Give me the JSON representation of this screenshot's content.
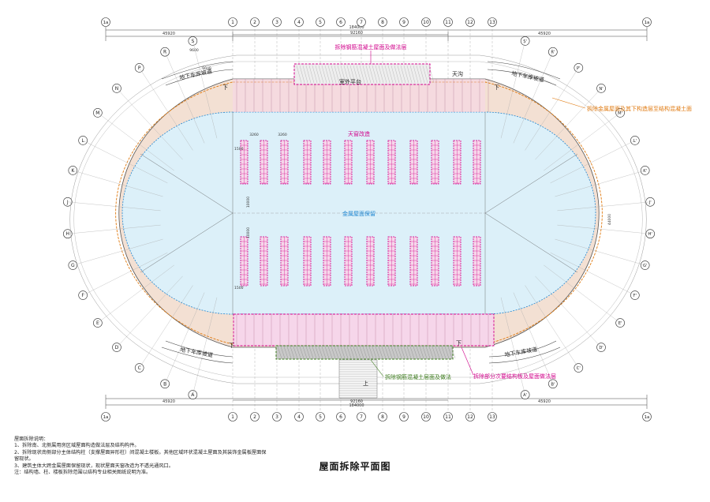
{
  "dims": {
    "total_top": "184000",
    "total_bottom": "184000",
    "sub_top": "92160",
    "sub_bottom": "92160",
    "left_top": "45920",
    "right_top": "45920",
    "left_bottom": "45920",
    "right_bottom": "45920",
    "bay_1": "9600",
    "bay_2": "9600",
    "right_vertical": "44000",
    "skylight_w1": "3260",
    "skylight_w2": "3260",
    "skylight_h1": "10000",
    "skylight_h2": "10000",
    "small_a": "1500",
    "small_b": "1500"
  },
  "axes": {
    "numbered": [
      "1",
      "2",
      "3",
      "4",
      "5",
      "6",
      "7",
      "8",
      "9",
      "10",
      "11",
      "12",
      "13"
    ],
    "left_letters": [
      "S",
      "R",
      "P",
      "N",
      "M",
      "L",
      "K",
      "J",
      "H",
      "G",
      "F",
      "E",
      "D",
      "C",
      "B",
      "A"
    ],
    "right_letters": [
      "S'",
      "R'",
      "P'",
      "N'",
      "M'",
      "L'",
      "K'",
      "J'",
      "H'",
      "G'",
      "F'",
      "E'",
      "D'",
      "C'",
      "B'",
      "A'"
    ],
    "corner_left": "1a",
    "corner_right": "1a"
  },
  "labels": {
    "ramp_left_top": "地下车库坡道",
    "ramp_right_top": "地下车库坡道",
    "ramp_left_bottom": "地下车库坡道",
    "ramp_right_bottom": "地下车库坡道",
    "platform": "室外平台",
    "canopy": "天沟",
    "skylight": "天窗改造",
    "metal_roof": "金属屋面保留",
    "up_arrow": "上",
    "down_left": "下",
    "down_right": "下",
    "down_bl": "下",
    "down_br": "下"
  },
  "annotations": {
    "remove_concrete_top": "拆除钢筋混凝土屋面及做法层",
    "remove_metal_right": "拆除金属屋面及其下构造层至结构混凝土面",
    "remove_concrete_bottom": "拆除钢筋混凝土层面及做法",
    "remove_secondary": "拆除部分次要结构板及屋面做法层"
  },
  "colors": {
    "magenta": "#d1008a",
    "orange": "#e07a10",
    "green": "#3a7a1a",
    "blue_text": "#1f86d1",
    "field": "#dcf0f9",
    "ring": "#f3e0d3",
    "pink_fill": "#f6d6ea",
    "grey_fill": "#c8c8c8"
  },
  "notes": {
    "heading": "屋面拆除说明：",
    "items": [
      "1、拆除南、北侧属用房区域屋面构造做法层及结构构件。",
      "2、拆除现状南侧部分主体结构柱（支撑屋面异形柱）间混凝土楼板。其他区域环状混凝土屋面及其装饰金属板屋面保",
      "   留现状。",
      "3、建筑主体大跨金属屋面保留现状，现状屋面天窗改造为不透光通风口。",
      "注：结构墙、柱、楼板拆除范围以结构专业相关图纸说明为准。"
    ]
  },
  "title": "屋面拆除平面图"
}
